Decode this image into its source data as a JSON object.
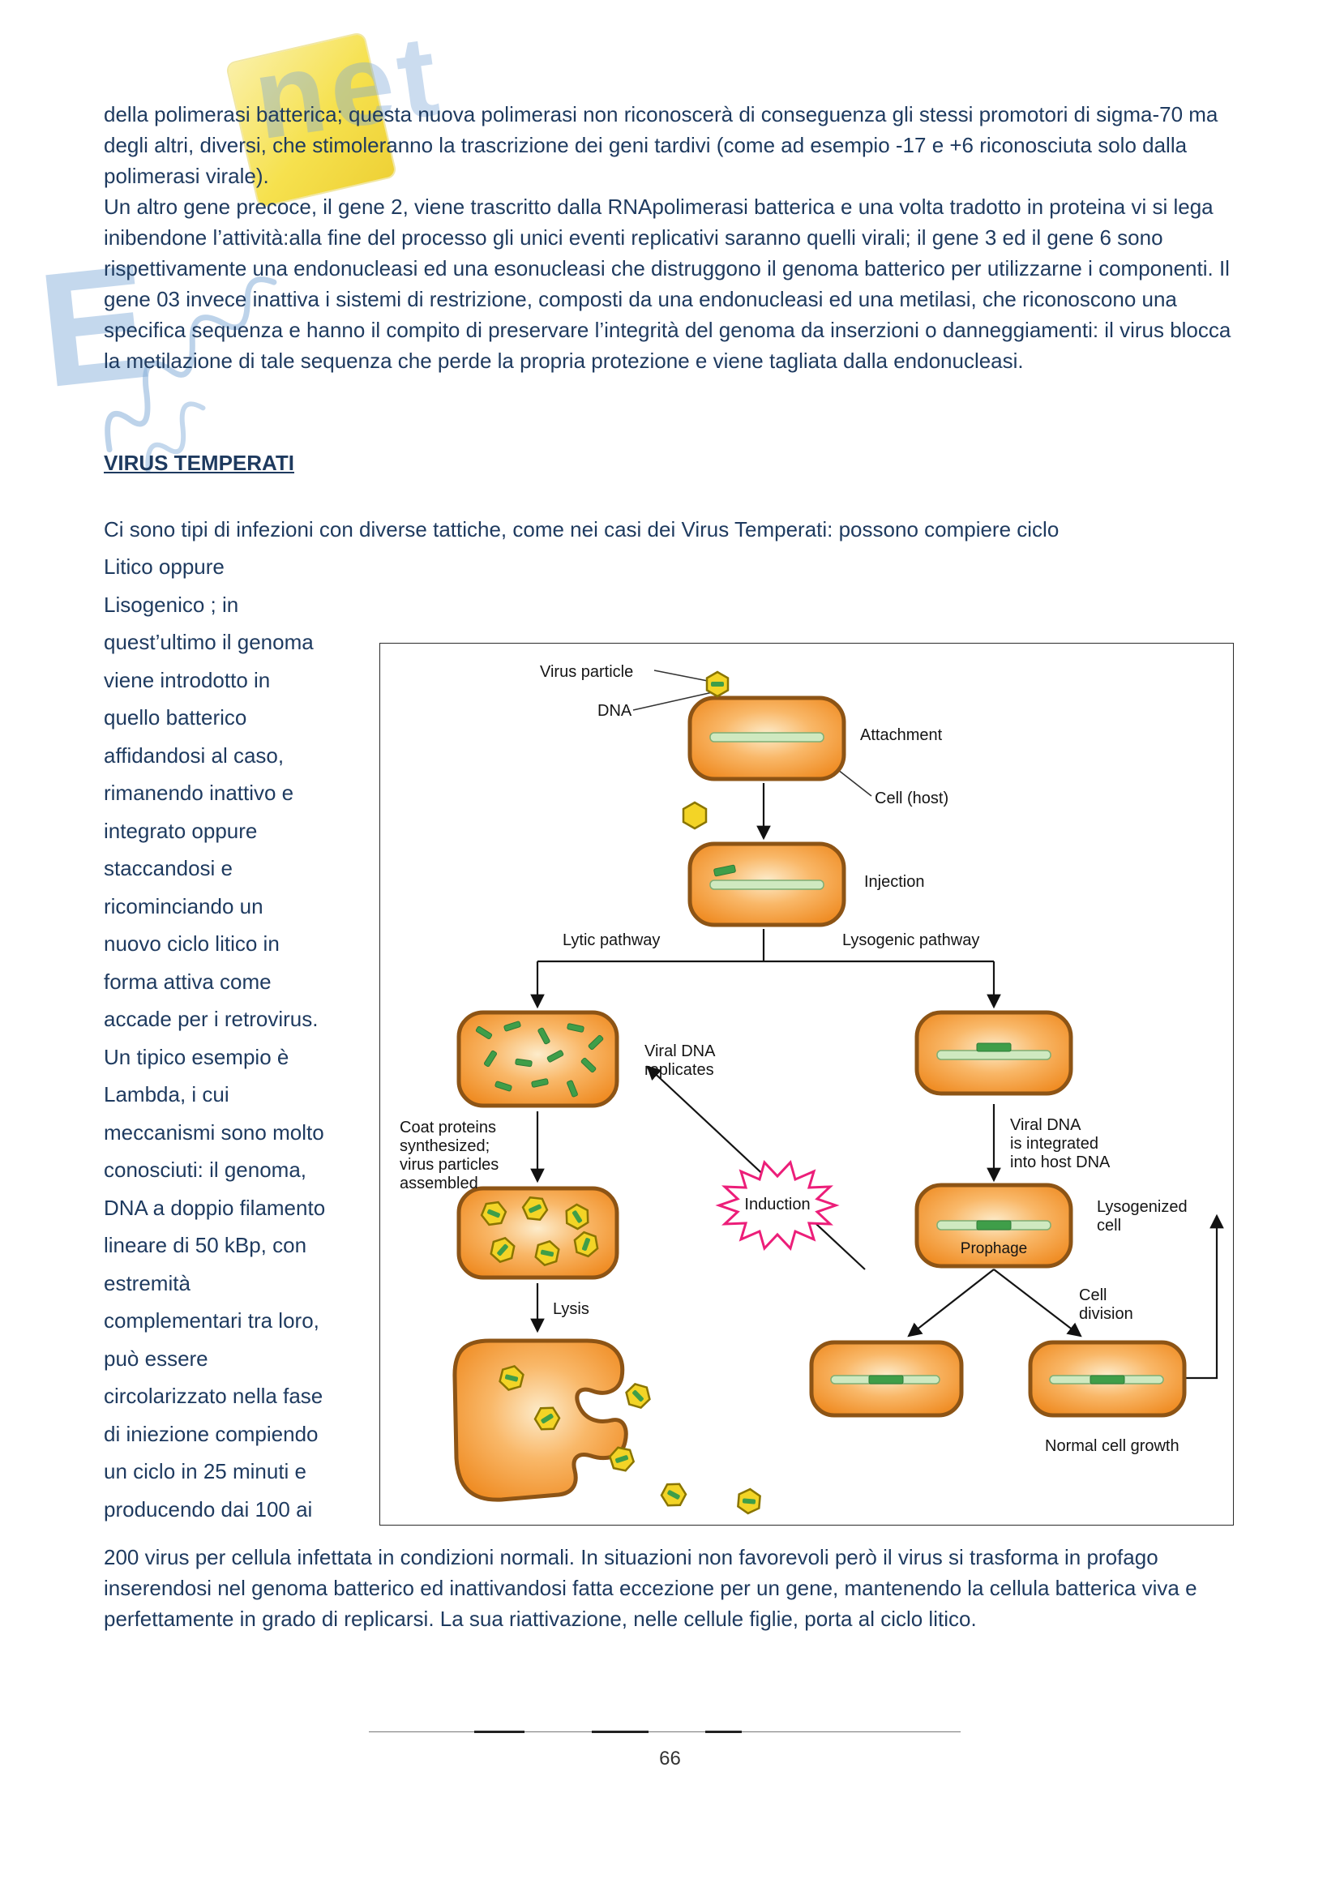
{
  "page": {
    "number": "66"
  },
  "watermark": {
    "fragment_left": "E",
    "fragment_top": "net"
  },
  "content": {
    "p1": "della polimerasi batterica; questa nuova polimerasi non riconoscerà di conseguenza gli stessi promotori di sigma-70 ma degli altri, diversi, che stimoleranno la trascrizione dei geni tardivi (come ad esempio -17 e +6 riconosciuta solo dalla polimerasi virale).",
    "p2": "Un altro gene precoce, il gene 2, viene trascritto dalla RNApolimerasi batterica e una volta tradotto in proteina vi si lega inibendone l’attività:alla fine del processo gli unici eventi replicativi saranno quelli virali; il gene 3 ed il gene 6 sono rispettivamente una endonucleasi ed una esonucleasi che distruggono il genoma batterico per utilizzarne i componenti. Il gene 03 invece inattiva i sistemi di restrizione, composti da una endonucleasi ed una metilasi, che riconoscono una specifica sequenza e hanno il compito di preservare l’integrità del genoma da inserzioni o danneggiamenti: il virus blocca la metilazione di tale sequenza che perde la propria protezione e viene tagliata dalla endonucleasi.",
    "heading": "VIRUS TEMPERATI",
    "p3_intro": "Ci sono tipi di infezioni con diverse tattiche, come nei casi dei Virus Temperati: possono compiere ciclo",
    "p3_column": "Litico oppure\nLisogenico ; in\nquest’ultimo il genoma\nviene introdotto in\nquello batterico\naffidandosi al caso,\nrimanendo inattivo e\nintegrato oppure\nstaccandosi e\nricominciando un\nnuovo ciclo litico in\nforma attiva come\naccade per i retrovirus.\nUn tipico esempio è\nLambda, i cui\nmeccanismi sono molto\nconosciuti: il genoma,\nDNA a doppio filamento\nlineare di 50 kBp, con\nestremità\ncomplementari tra loro,\npuò essere\ncircolarizzato nella fase\ndi iniezione compiendo\nun ciclo in 25 minuti e\nproducendo dai 100 ai",
    "p4": "200 virus per cellula infettata in condizioni normali. In situazioni non favorevoli però il virus si trasforma in profago inserendosi nel genoma batterico ed inattivandosi fatta eccezione per un gene, mantenendo la cellula batterica viva e perfettamente in grado di replicarsi. La sua riattivazione, nelle cellule figlie, porta al ciclo litico."
  },
  "figure": {
    "labels": {
      "virus_particle": "Virus particle",
      "dna": "DNA",
      "attachment": "Attachment",
      "cell_host": "Cell (host)",
      "injection": "Injection",
      "lytic_pathway": "Lytic pathway",
      "lysogenic_pathway": "Lysogenic pathway",
      "viral_dna_replicates": "Viral DNA\nreplicates",
      "coat_proteins": "Coat proteins\nsynthesized;\nvirus particles\nassembled",
      "lysis": "Lysis",
      "induction": "Induction",
      "viral_dna_integrated": "Viral DNA\nis integrated\ninto host DNA",
      "lysogenized_cell": "Lysogenized\ncell",
      "prophage": "Prophage",
      "cell_division": "Cell\ndivision",
      "normal_cell_growth": "Normal cell growth"
    },
    "colors": {
      "cell_fill": "#f59d3d",
      "cell_border": "#8d5415",
      "dna_light": "#cfe9c0",
      "dna_dark": "#3f9e49",
      "virus_yellow": "#f3d426",
      "induction_pink": "#ec1e79",
      "body_text": "#1e3a5f"
    }
  }
}
